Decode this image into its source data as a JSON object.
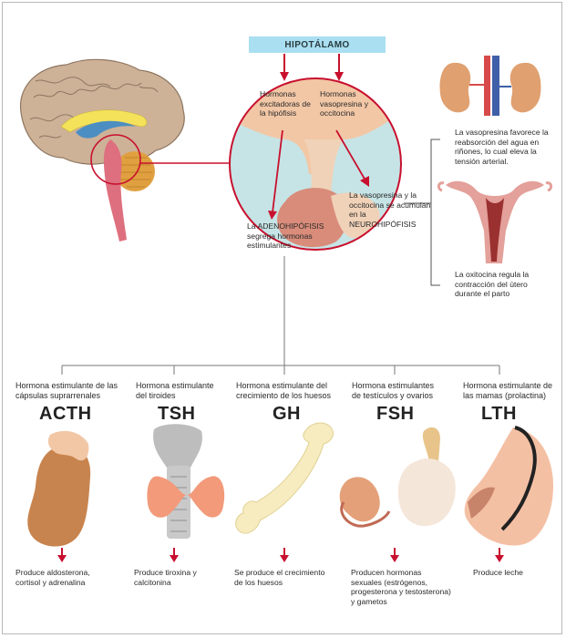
{
  "title": "HIPOTÁLAMO",
  "center": {
    "left_label": "Hormonas excitadoras de la hipófisis",
    "right_label": "Hormonas vasopresina y occitocina",
    "adeno_label": "La ADENOHIPÓFISIS segrega hormonas estimulantes",
    "neuro_label": "La vasopresina y la occitocina se acumulan en la NEUROHIPÓFISIS"
  },
  "side": {
    "kidney_text": "La vasopresina favorece la reabsorción del agua en riñones, lo cual eleva la tensión arterial.",
    "uterus_text": "La oxitocina regula la contracción del útero durante el parto"
  },
  "hormones": [
    {
      "name": "Hormona estimulante de las cápsulas suprarrenales",
      "abbr": "ACTH",
      "effect": "Produce aldosterona, cortisol y adrenalina",
      "icon": "adrenal-gland-icon"
    },
    {
      "name": "Hormona estimulante del tiroides",
      "abbr": "TSH",
      "effect": "Produce tiroxina y calcitonina",
      "icon": "thyroid-icon"
    },
    {
      "name": "Hormona estimulante del crecimiento de los huesos",
      "abbr": "GH",
      "effect": "Se produce el crecimiento de los huesos",
      "icon": "bone-icon"
    },
    {
      "name": "Hormona estimulantes de testículos y ovarios",
      "abbr": "FSH",
      "effect": "Producen hormonas sexuales (estrógenos, progesterona y testosterona) y gametos",
      "icon": "gonads-icon"
    },
    {
      "name": "Hormona estimulante de las mamas (prolactina)",
      "abbr": "LTH",
      "effect": "Produce leche",
      "icon": "breast-icon"
    }
  ],
  "colors": {
    "arrow": "#c8102e",
    "title_bg": "#a9dff0",
    "brain": "#c9a98a",
    "pituitary": "#d98c7a",
    "circle_bg": "#c6e4e6"
  }
}
